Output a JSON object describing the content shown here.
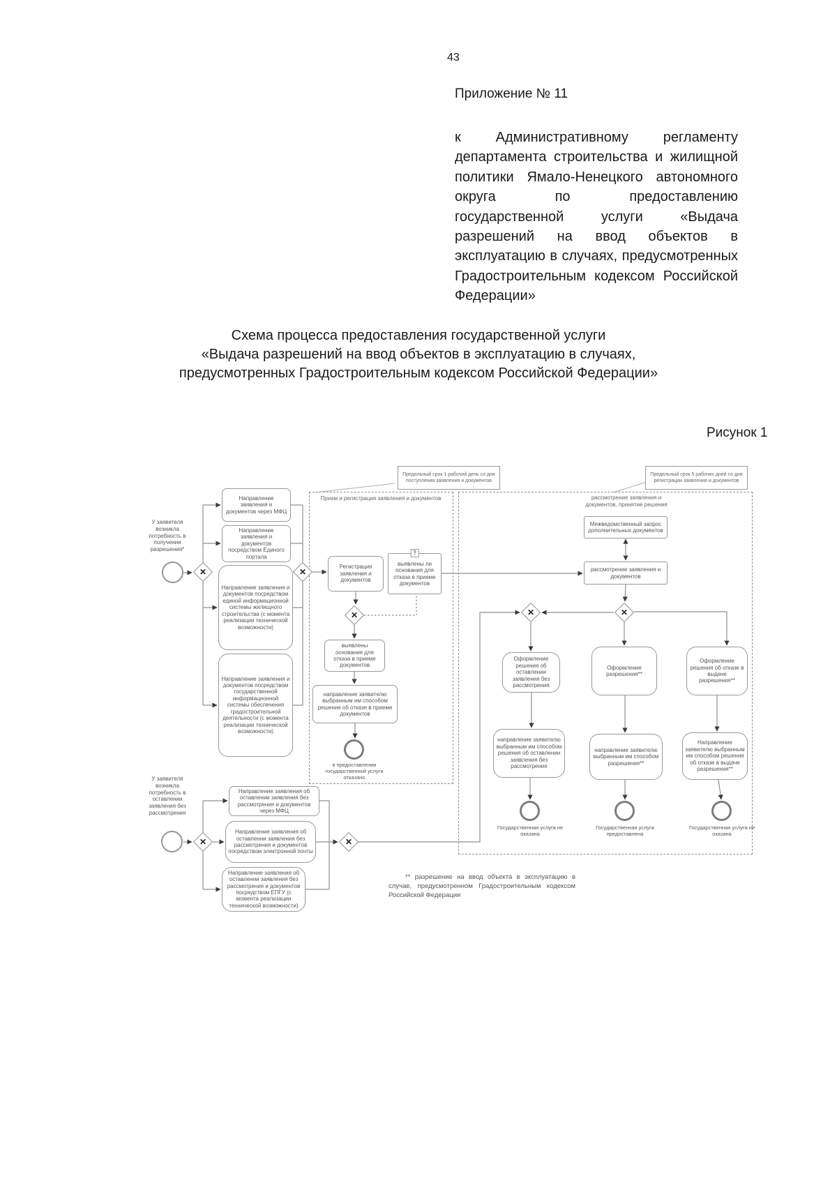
{
  "page": {
    "number": "43"
  },
  "header": {
    "appendix": "Приложение № 11",
    "paragraph": "к Административному регламенту департамента строительства и жилищной политики Ямало-Ненецкого автономного округа по предоставлению государственной услуги «Выдача разрешений на ввод объектов в эксплуатацию в случаях, предусмотренных Градостроительным кодексом Российской Федерации»",
    "title_lines": [
      "Схема процесса предоставления государственной услуги",
      "«Выдача разрешений на ввод объектов в эксплуатацию в случаях,",
      "предусмотренных Градостроительным кодексом Российской Федерации»"
    ],
    "figure_caption": "Рисунок 1"
  },
  "diagram": {
    "icons": {
      "gateway_x": "✕",
      "question_mark": "?"
    },
    "notes": {
      "left": "Предельный срок 1 рабочий день со дня поступления заявления и документов",
      "right": "Предельный срок 5 рабочих дней со дня регистрации заявления и документов"
    },
    "lanes": {
      "registration": "Прием и регистрация заявления и документов",
      "review": "рассмотрение заявления и документов, принятие решения"
    },
    "start_labels": {
      "top": "У заявителя возникла потребность в получении разрешения*",
      "bottom": "У заявителя возникла потребность в оставлении заявления без рассмотрения"
    },
    "channels_top": [
      "Направление заявления и документов через МФЦ",
      "Направление заявления и документов посредством Единого портала",
      "Направление заявления и документов посредством единой информационной системы жилищного строительства (с момента реализации технической возможности)",
      "Направление заявления и документов посредством государственной информационной системы обеспечения градостроительной деятельности (с момента реализации технической возможности)"
    ],
    "channels_bottom": [
      "Направление заявления об оставлении заявления без рассмотрения и документов через МФЦ",
      "Направление заявления об оставлении заявления без рассмотрения и документов посредством электронной почты",
      "Направление заявления об оставлении заявления без рассмотрения и документов посредством ЕПГУ (с момента реализации технической возможности)"
    ],
    "registration_lane": {
      "register": "Регистрация заявления и документов",
      "question": "выявлены ли основания для отказа в приеме документов",
      "grounds": "выявлены основания для отказа в приеме документов",
      "refusal": "направление заявителю выбранным им способом решения об отказе в приеме документов",
      "end_label": "в предоставлении государственной услуги отказано"
    },
    "review_lane": {
      "interdepartmental": "Межведомственный запрос дополнительных документов",
      "review": "рассмотрение заявления и документов",
      "branches": [
        {
          "decision": "Оформление решения об оставлении заявления без рассмотрения",
          "send": "направление заявителю выбранным им способом решения об оставлении заявления без рассмотрения",
          "end_label": "Государственная услуга не оказана"
        },
        {
          "decision": "Оформление разрешения**",
          "send": "направление заявителю выбранным им способом разрешения**",
          "end_label": "Государственная услуга предоставлена"
        },
        {
          "decision": "Оформление решения об отказе в выдаче разрешения**",
          "send": "Направление заявителю выбранным им способом решения об отказе в выдаче разрешения**",
          "end_label": "Государственная услуга не оказана"
        }
      ]
    },
    "footnote": "** разрешение на ввод объекта в эксплуатацию в случае, предусмотренном Градостроительным кодексом Российской Федерации"
  }
}
